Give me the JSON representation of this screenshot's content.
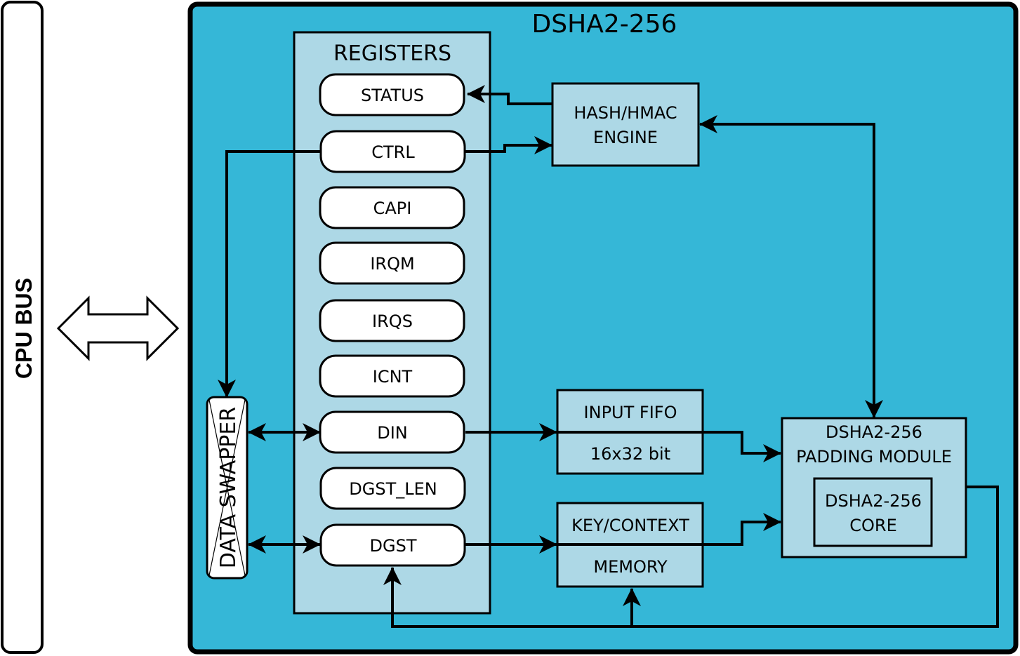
{
  "diagram": {
    "title": "DSHA2-256",
    "cpu_bus": {
      "label": "CPU BUS"
    },
    "data_swapper": {
      "label": "DATA SWAPPER"
    },
    "registers": {
      "title": "REGISTERS",
      "items": [
        {
          "label": "STATUS"
        },
        {
          "label": "CTRL"
        },
        {
          "label": "CAPI"
        },
        {
          "label": "IRQM"
        },
        {
          "label": "IRQS"
        },
        {
          "label": "ICNT"
        },
        {
          "label": "DIN"
        },
        {
          "label": "DGST_LEN"
        },
        {
          "label": "DGST"
        }
      ]
    },
    "hash_engine": {
      "line1": "HASH/HMAC",
      "line2": "ENGINE"
    },
    "input_fifo": {
      "line1": "INPUT FIFO",
      "line2": "16x32 bit"
    },
    "key_memory": {
      "line1": "KEY/CONTEXT",
      "line2": "MEMORY"
    },
    "padding_module": {
      "line1": "DSHA2-256",
      "line2": "PADDING MODULE"
    },
    "core": {
      "line1": "DSHA2-256",
      "line2": "CORE"
    },
    "colors": {
      "outer_bg": "#35b7d7",
      "inner_bg": "#add8e6",
      "register_bg": "#ffffff",
      "stroke": "#000000"
    }
  }
}
